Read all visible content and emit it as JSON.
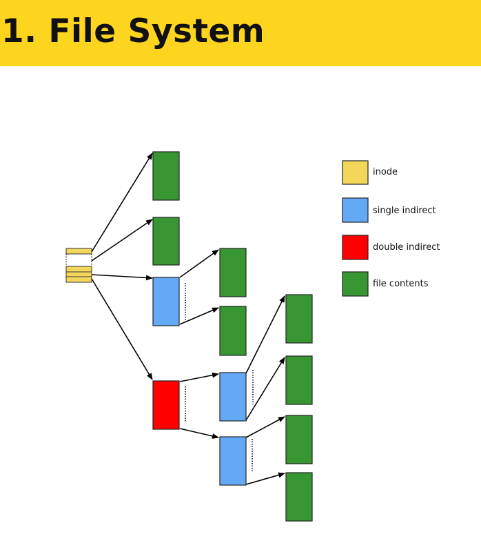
{
  "header": {
    "title": "1. File System"
  },
  "legend": {
    "items": [
      {
        "label": "inode",
        "color": "#f2d75a"
      },
      {
        "label": "single indirect",
        "color": "#64a9f5"
      },
      {
        "label": "double indirect",
        "color": "#ff0000"
      },
      {
        "label": "file contents",
        "color": "#379632"
      }
    ]
  },
  "colors": {
    "header_background": "#fdd51f",
    "inode": "#f2d75a",
    "single_indirect": "#64a9f5",
    "double_indirect": "#ff0000",
    "file_contents": "#379632",
    "arrow": "#000000"
  }
}
